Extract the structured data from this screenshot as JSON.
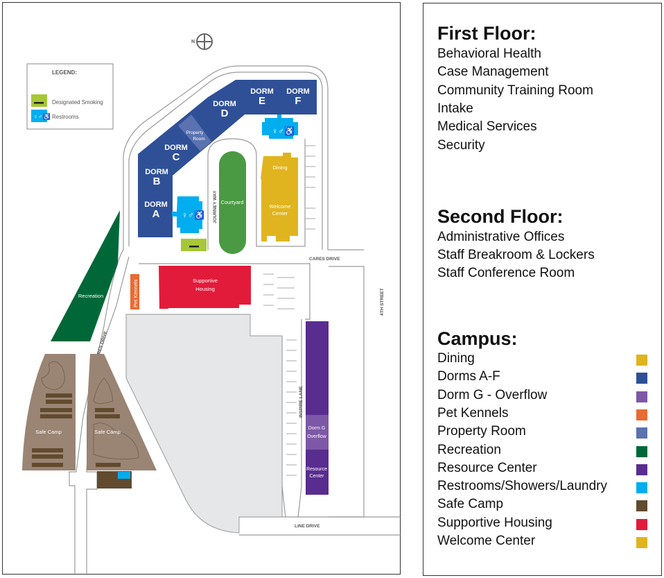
{
  "map": {
    "compass_label": "N",
    "legend": {
      "title": "LEGEND:",
      "items": [
        {
          "label": "Designated Smoking",
          "icon": "smoking-icon",
          "color": "#a6c738"
        },
        {
          "label": "Restrooms",
          "icon": "restroom-icon",
          "color": "#00aeef"
        }
      ]
    },
    "buildings": {
      "dorm_a": {
        "line1": "DORM",
        "line2": "A"
      },
      "dorm_b": {
        "line1": "DORM",
        "line2": "B"
      },
      "dorm_c": {
        "line1": "DORM",
        "line2": "C"
      },
      "dorm_d": {
        "line1": "DORM",
        "line2": "D"
      },
      "dorm_e": {
        "line1": "DORM",
        "line2": "E"
      },
      "dorm_f": {
        "line1": "DORM",
        "line2": "F"
      },
      "property_room": {
        "line1": "Property",
        "line2": "Room"
      },
      "courtyard": "Courtyard",
      "dining": "Dining",
      "welcome_center": {
        "line1": "Welcome",
        "line2": "Center"
      },
      "supportive_housing": {
        "line1": "Supportive",
        "line2": "Housing"
      },
      "pet_kennels": "Pet Kennels",
      "recreation": "Recreation",
      "safe_camp_1": "Safe Camp",
      "safe_camp_2": "Safe Camp",
      "dorm_g": {
        "line1": "Dorm G",
        "line2": "Overflow"
      },
      "resource_center": {
        "line1": "Resource",
        "line2": "Center"
      }
    },
    "streets": {
      "journey_way": "JOURNEY WAY",
      "cares_drive_top": "CARES DRIVE",
      "cares_drive_left": "CARES DRIVE",
      "fourth_street": "4TH STREET",
      "inspire_lane": "INSPIRE LANE",
      "line_drive": "LINE DRIVE"
    }
  },
  "key": {
    "first_floor": {
      "title": "First Floor:",
      "items": [
        "Behavioral Health",
        "Case Management",
        "Community Training Room",
        "Intake",
        "Medical Services",
        "Security"
      ]
    },
    "second_floor": {
      "title": "Second Floor:",
      "items": [
        "Administrative Offices",
        "Staff Breakroom & Lockers",
        "Staff Conference Room"
      ]
    },
    "campus": {
      "title": "Campus:",
      "items": [
        {
          "label": "Dining",
          "color": "#e0b41e"
        },
        {
          "label": "Dorms A-F",
          "color": "#2f5097"
        },
        {
          "label": "Dorm G - Overflow",
          "color": "#7d58a6"
        },
        {
          "label": "Pet Kennels",
          "color": "#e86b33"
        },
        {
          "label": "Property Room",
          "color": "#5b72b0"
        },
        {
          "label": "Recreation",
          "color": "#006838"
        },
        {
          "label": "Resource Center",
          "color": "#592d8f"
        },
        {
          "label": "Restrooms/Showers/Laundry",
          "color": "#00aeef"
        },
        {
          "label": "Safe Camp",
          "color": "#624a2e"
        },
        {
          "label": "Supportive Housing",
          "color": "#e31b3a"
        },
        {
          "label": "Welcome Center",
          "color": "#e0b41e"
        }
      ]
    }
  }
}
